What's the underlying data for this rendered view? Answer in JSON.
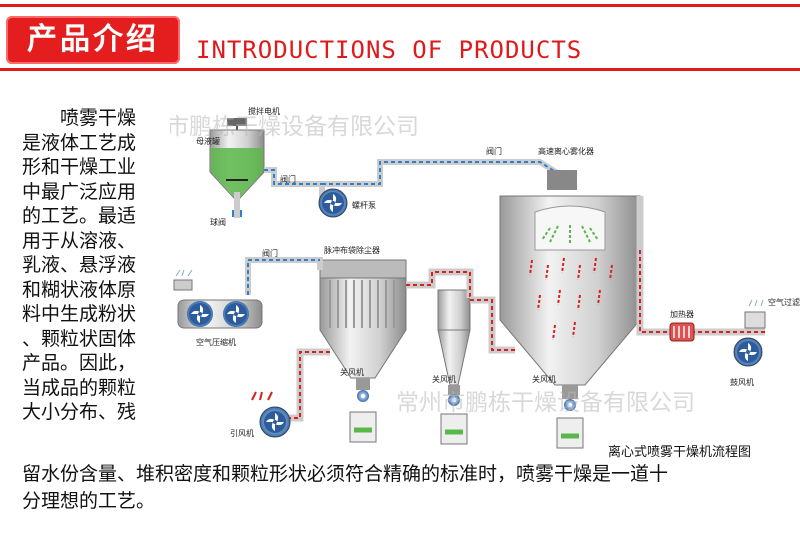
{
  "header": {
    "title_cn": "产品介绍",
    "title_en": "INTRODUCTIONS OF PRODUCTS"
  },
  "description": {
    "lines": [
      "喷雾干燥",
      "是液体工艺成",
      "形和干燥工业",
      "中最广泛应用",
      "的工艺。最适",
      "用于从溶液、",
      "乳液、悬浮液",
      "和糊状液体原",
      "料中生成粉状",
      "、颗粒状固体",
      "产品。因此，",
      "当成品的颗粒",
      "大小分布、残"
    ],
    "tail_lines": [
      "留水份含量、堆积密度和颗粒形状必须符合精确的标准时，喷雾干燥是一道十",
      "分理想的工艺。"
    ]
  },
  "diagram": {
    "labels": {
      "stirrer_motor": "搅拌电机",
      "mother_tank": "母液罐",
      "valve_1": "阀门",
      "ball_valve": "球阀",
      "screw_pump": "螺杆泵",
      "valve_2": "阀门",
      "atomizer": "高速离心雾化器",
      "valve_3": "阀门",
      "bag_filter": "脉冲布袋除尘器",
      "air_compressor": "空气压缩机",
      "induced_fan": "引风机",
      "rotary_valve_1": "关风机",
      "rotary_valve_2": "关风机",
      "rotary_valve_3": "关风机",
      "heater": "加热器",
      "air_filter": "空气过滤器",
      "blower": "鼓风机"
    },
    "caption": "离心式喷雾干燥机流程图",
    "watermark": "常州市鹏栋干燥设备有限公司"
  },
  "colors": {
    "accent_red": "#e01a1a",
    "liquid_green": "#5ab84a",
    "pipe_blue": "#2f7fd0",
    "pipe_red": "#d82020",
    "vessel_gray": "#c8c8c8"
  }
}
